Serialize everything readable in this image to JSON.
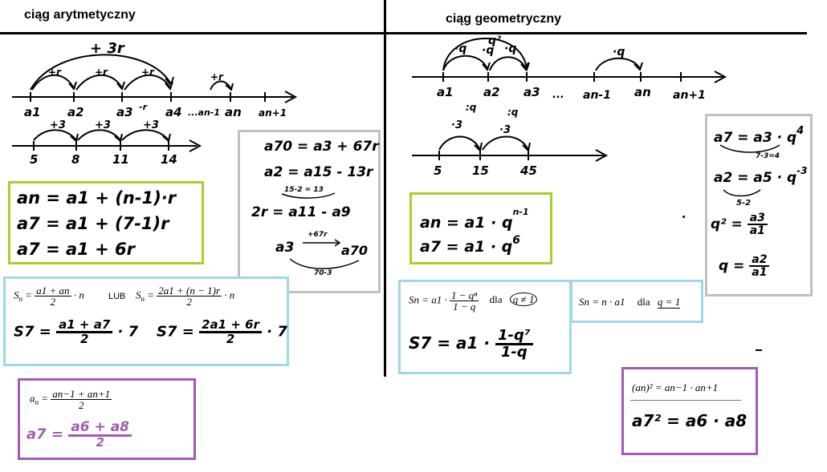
{
  "headers": {
    "arithmetic": "ciąg arytmetyczny",
    "geometric": "ciąg geometryczny"
  },
  "arith_line": {
    "top_arc": "+ 3r",
    "small_arcs": [
      "+r",
      "+r",
      "+r"
    ],
    "extra_arc": "+r",
    "labels": [
      "a1",
      "a2",
      "a3",
      "a4",
      "...an-1",
      "an",
      "an+1"
    ],
    "minus_r": "-r"
  },
  "arith_example": {
    "arcs": [
      "+3",
      "+3",
      "+3"
    ],
    "labels": [
      "5",
      "8",
      "11",
      "14"
    ]
  },
  "arith_green": {
    "l1": "an = a1 + (n-1)·r",
    "l2": "a7 = a1 + (7-1)r",
    "l3": "a7 = a1 + 6r"
  },
  "arith_gray": {
    "l1": "a70 = a3 + 67r",
    "l2": "a2 = a15 - 13r",
    "l2_note": "15-2 = 13",
    "l3": "2r = a11 - a9",
    "l4_from": "a3",
    "l4_arrow": "+67r",
    "l4_to": "a70",
    "l4_note": "70-3"
  },
  "arith_blue": {
    "f1_lhs": "S",
    "f1_n": "a1 + an",
    "f1_d": "2",
    "f1_tail": "· n",
    "lub": "LUB",
    "f2_n": "2a1 + (n − 1)r",
    "f2_d": "2",
    "f2_tail": "· n",
    "h1_lhs": "S7 =",
    "h1_n": "a1 + a7",
    "h1_d": "2",
    "h1_tail": "· 7",
    "h2_lhs": "S7 =",
    "h2_n": "2a1 + 6r",
    "h2_d": "2",
    "h2_tail": "· 7"
  },
  "arith_purple": {
    "f_n": "an−1 + an+1",
    "f_d": "2",
    "h_lhs": "a7 =",
    "h_n": "a6 + a8",
    "h_d": "2"
  },
  "geo_line": {
    "arcs": [
      "·q",
      "·q",
      "·q"
    ],
    "top": "q²",
    "extra_arc": "·q",
    "labels": [
      "a1",
      "a2",
      "a3",
      "...",
      "an-1",
      "an",
      "an+1"
    ],
    "below": [
      ":q",
      ":q"
    ]
  },
  "geo_example": {
    "arcs": [
      "·3",
      "·3"
    ],
    "labels": [
      "5",
      "15",
      "45"
    ]
  },
  "geo_green": {
    "l1": "an = a1 · q",
    "l1_exp": "n-1",
    "l2": "a7 = a1 · q",
    "l2_exp": "6"
  },
  "geo_gray": {
    "l1": "a7 = a3 · q",
    "l1_exp": "4",
    "l1_note": "7-3=4",
    "l2": "a2 = a5 · q",
    "l2_exp": "-3",
    "l2_note": "5-2",
    "l3_lhs": "q² =",
    "l3_n": "a3",
    "l3_d": "a1",
    "l4_lhs": "q =",
    "l4_n": "a2",
    "l4_d": "a1"
  },
  "geo_blue1": {
    "f_lhs": "Sn = a1 ·",
    "f_n": "1 − qⁿ",
    "f_d": "1 − q",
    "dla": "dla",
    "cond": "q ≠ 1",
    "h_lhs": "S7 = a1 ·",
    "h_n": "1-q⁷",
    "h_d": "1-q"
  },
  "geo_blue2": {
    "f": "Sn = n · a1",
    "dla": "dla",
    "cond": "q = 1"
  },
  "geo_purple": {
    "f": "(an)² = an−1 · an+1",
    "h": "a7² = a6 · a8"
  },
  "colors": {
    "green": "#a7d129",
    "gray": "#c0c0c0",
    "blue": "#9fd7ea",
    "purple": "#a05cb0"
  }
}
